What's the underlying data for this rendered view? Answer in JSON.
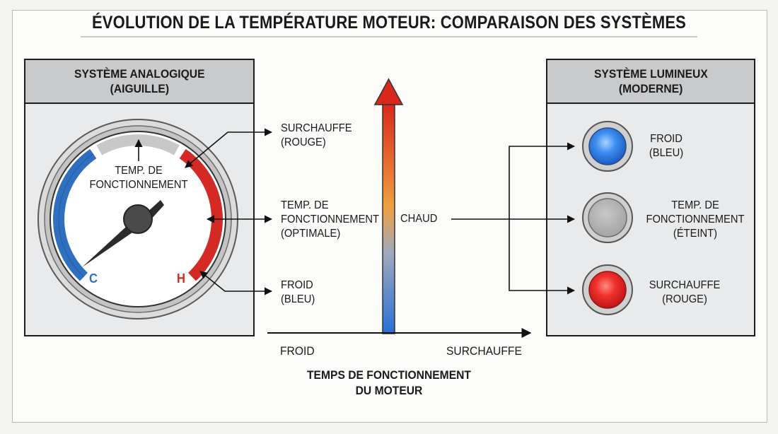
{
  "title": "ÉVOLUTION DE LA TEMPÉRATURE MOTEUR: COMPARAISON DES SYSTÈMES",
  "analog_panel": {
    "title_line1": "SYSTÈME ANALOGIQUE",
    "title_line2": "(AIGUILLE)",
    "gauge": {
      "center_label_line1": "TEMP. DE",
      "center_label_line2": "FONCTIONNEMENT",
      "cold_mark": "C",
      "hot_mark": "H"
    }
  },
  "middle": {
    "labels": {
      "overheat_line1": "SURCHAUFFE",
      "overheat_line2": "(ROUGE)",
      "operating_line1": "TEMP. DE",
      "operating_line2": "FONCTIONNEMENT",
      "operating_line3": "(OPTIMALE)",
      "cold_line1": "FROID",
      "cold_line2": "(BLEU)"
    },
    "arrow_label": "CHAUD",
    "axis_left": "FROID",
    "axis_right": "SURCHAUFFE",
    "axis_title_line1": "TEMPS DE FONCTIONNEMENT",
    "axis_title_line2": "DU MOTEUR"
  },
  "light_panel": {
    "title_line1": "SYSTÈME LUMINEUX",
    "title_line2": "(MODERNE)",
    "lights": [
      {
        "line1": "FROID",
        "line2": "(BLEU)",
        "color": "#2f7fe0"
      },
      {
        "line1": "TEMP. DE",
        "line2": "FONCTIONNEMENT",
        "line3": "(ÉTEINT)",
        "color": "#a9a9a9"
      },
      {
        "line1": "SURCHAUFFE",
        "line2": "(ROUGE)",
        "color": "#e0262a"
      }
    ]
  },
  "colors": {
    "cold": "#2f6fc0",
    "hot": "#d42a26",
    "neutral": "#bdbdbd"
  }
}
